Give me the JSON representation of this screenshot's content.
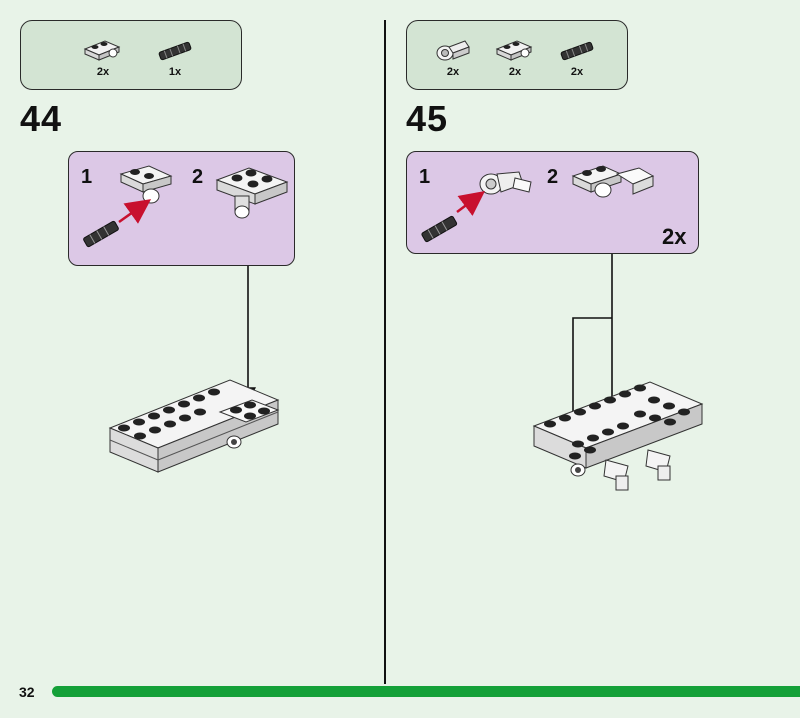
{
  "page_number": "32",
  "steps": [
    {
      "number": "44",
      "parts": [
        {
          "icon": "plate-1x2-with-pin-hole-icon",
          "qty": "2x"
        },
        {
          "icon": "axle-pin-icon",
          "qty": "1x"
        }
      ],
      "substeps": [
        "1",
        "2"
      ],
      "multiplier": ""
    },
    {
      "number": "45",
      "parts": [
        {
          "icon": "pin-connector-icon",
          "qty": "2x"
        },
        {
          "icon": "plate-1x2-with-pin-hole-icon",
          "qty": "2x"
        },
        {
          "icon": "axle-pin-icon",
          "qty": "2x"
        }
      ],
      "substeps": [
        "1",
        "2"
      ],
      "multiplier": "2x"
    }
  ],
  "colors": {
    "background": "#e8f3e8",
    "parts_box": "#d3e4d3",
    "substep_box": "#dcc8e6",
    "progress": "#14a038",
    "insert_arrow": "#c8102e"
  }
}
